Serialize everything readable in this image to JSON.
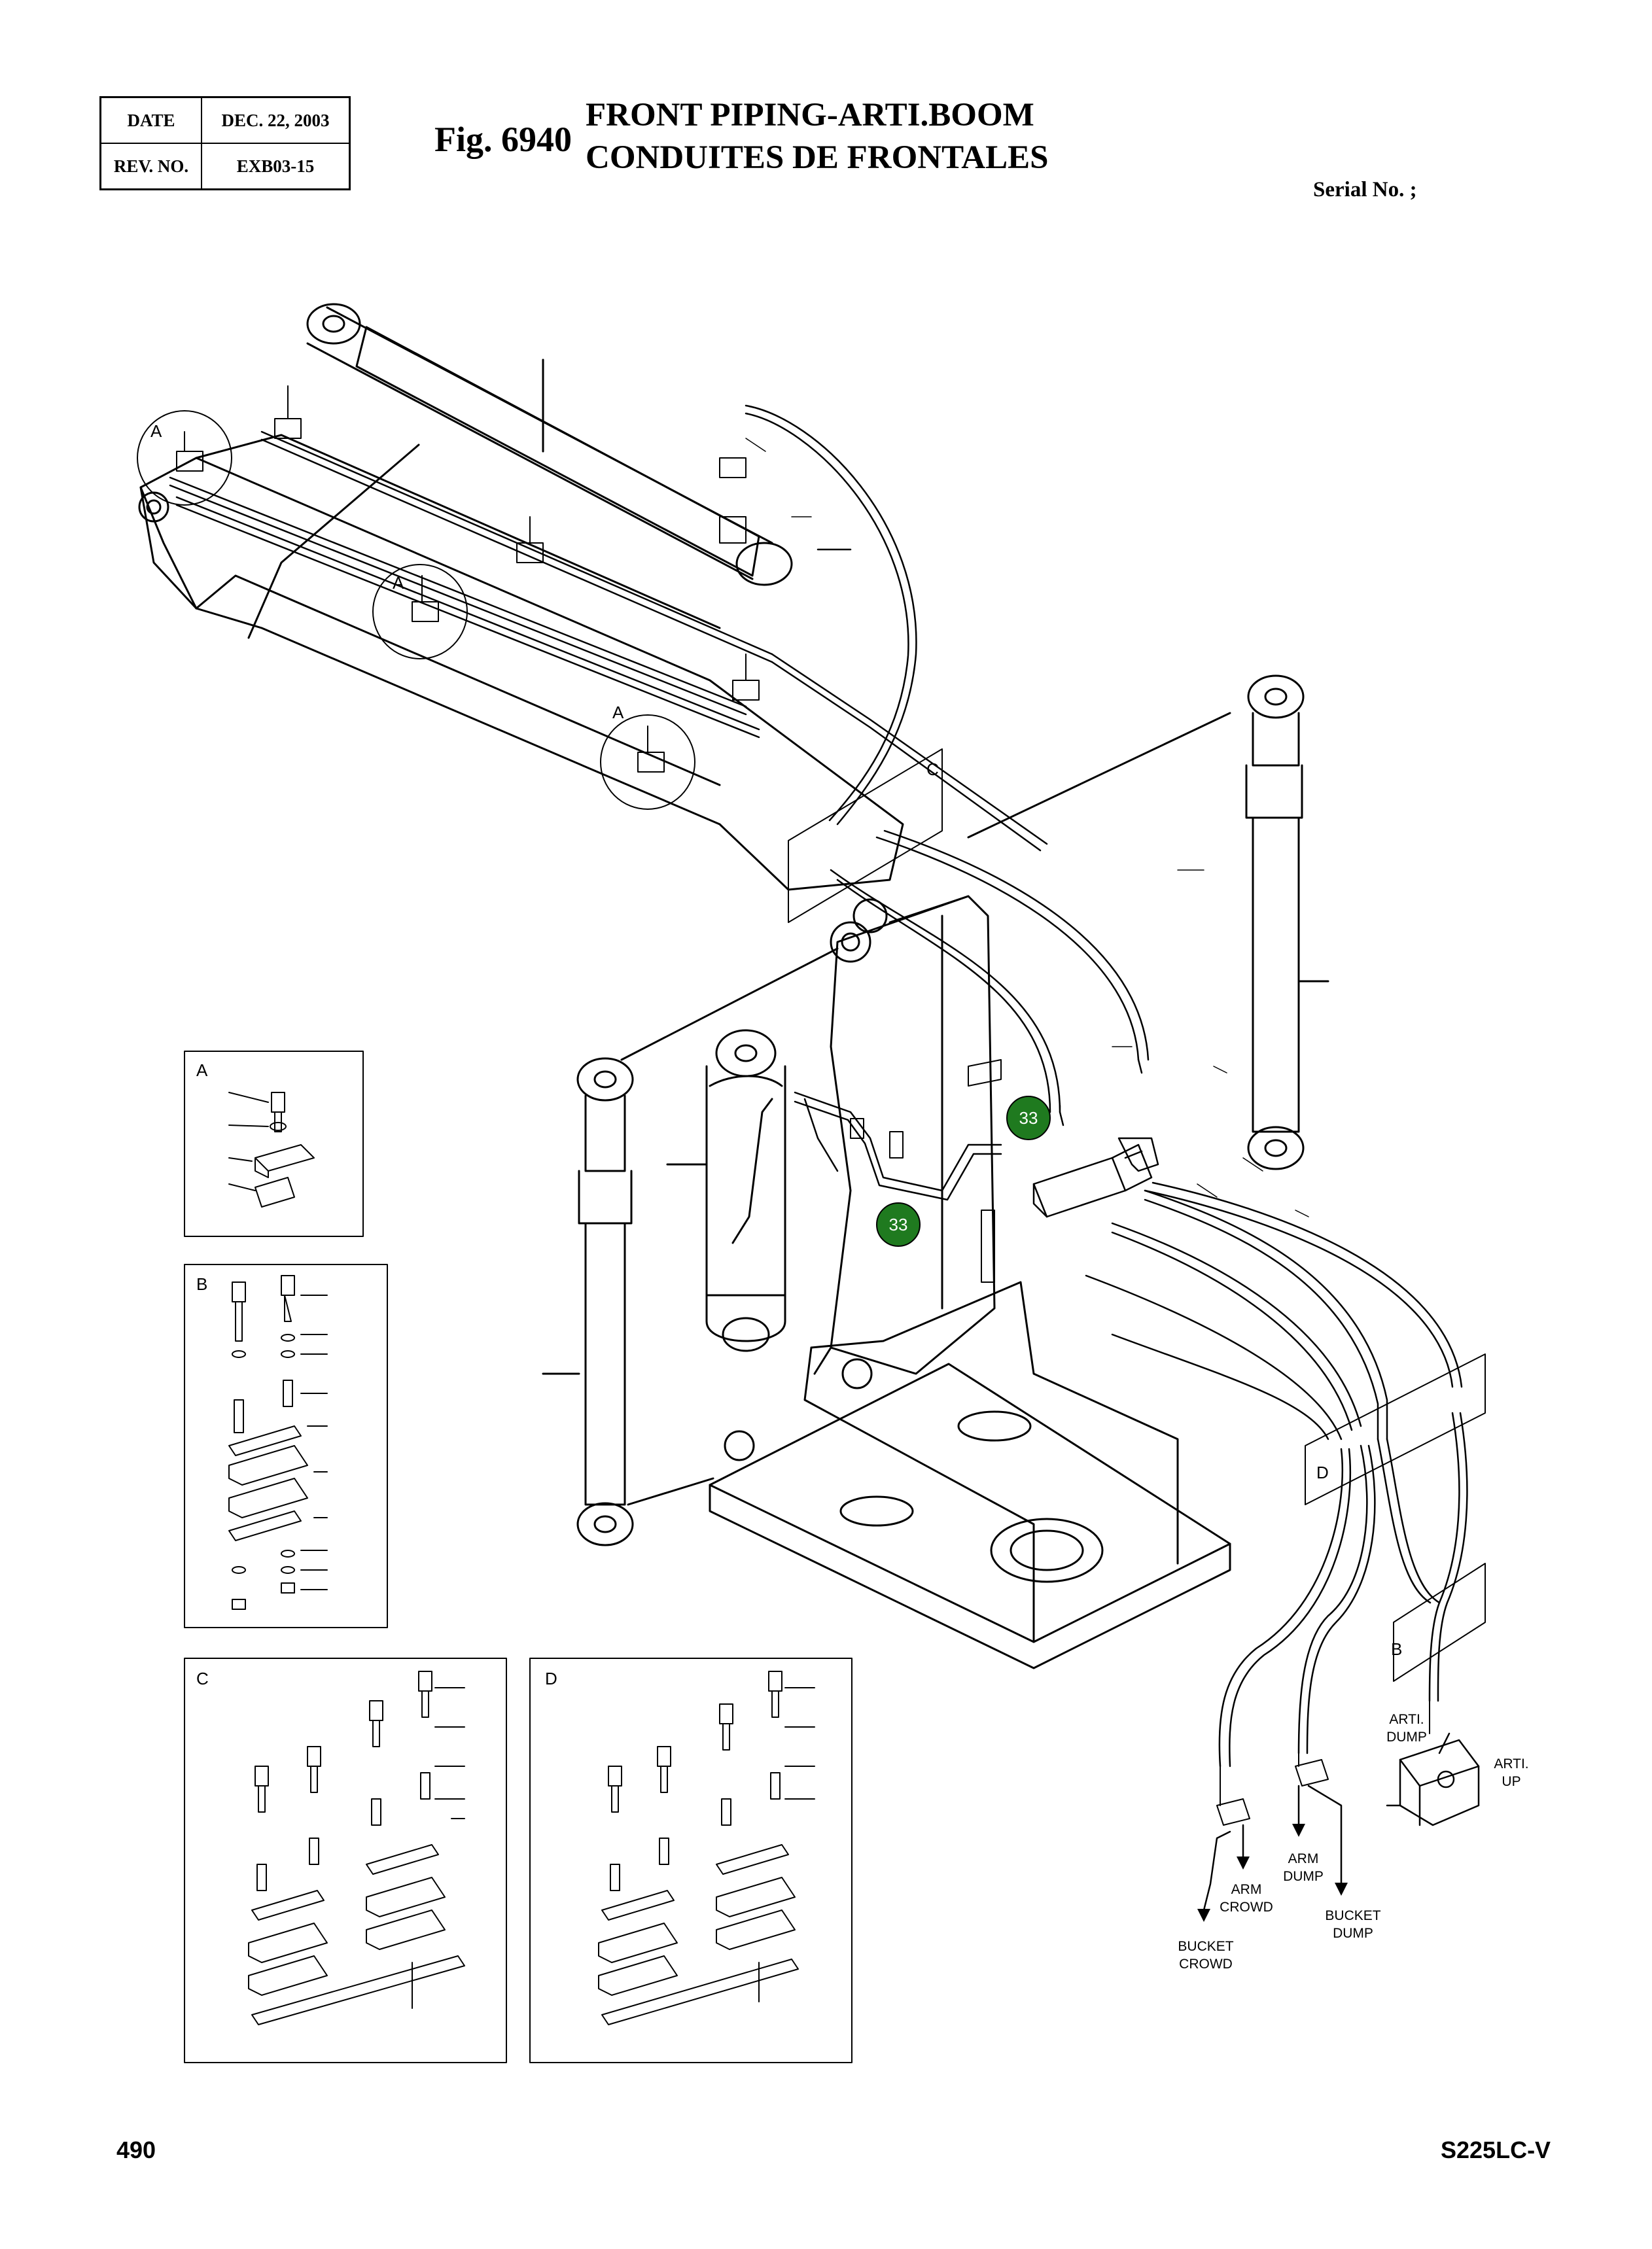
{
  "header": {
    "date_label": "DATE",
    "date_value": "DEC. 22, 2003",
    "rev_label": "REV. NO.",
    "rev_value": "EXB03-15",
    "fig_no": "Fig. 6940",
    "title_en": "FRONT PIPING-ARTI.BOOM",
    "title_fr": "CONDUITES DE FRONTALES",
    "serial": "Serial No. ;"
  },
  "callouts": {
    "detail_a": "A",
    "detail_b": "B",
    "detail_c": "C",
    "detail_d": "D"
  },
  "badges": {
    "part_33_upper": "33",
    "part_33_lower": "33"
  },
  "port_labels": {
    "arti_dump_1": "ARTI.",
    "arti_dump_2": "DUMP",
    "arti_up_1": "ARTI.",
    "arti_up_2": "UP",
    "arm_crowd_1": "ARM",
    "arm_crowd_2": "CROWD",
    "arm_dump_1": "ARM",
    "arm_dump_2": "DUMP",
    "bucket_dump_1": "BUCKET",
    "bucket_dump_2": "DUMP",
    "bucket_crowd_1": "BUCKET",
    "bucket_crowd_2": "CROWD"
  },
  "colors": {
    "badge_fill": "#1f7a1f",
    "ink": "#000000"
  },
  "footer": {
    "page_number": "490",
    "model": "S225LC-V"
  }
}
